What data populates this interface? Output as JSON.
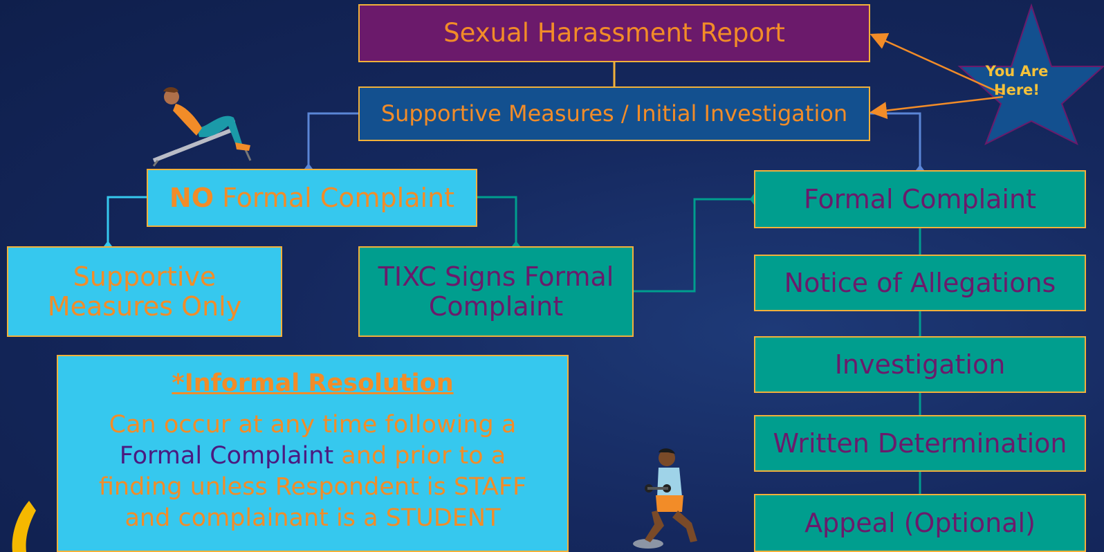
{
  "title": "Sexual Harassment Report",
  "supportive_initial": "Supportive Measures / Initial Investigation",
  "no_formal": {
    "bold": "NO",
    "rest": " Formal Complaint"
  },
  "supportive_only": {
    "line1": "Supportive",
    "line2": "Measures Only"
  },
  "tixc": {
    "line1": "TIXC Signs Formal",
    "line2": "Complaint"
  },
  "formal_steps": [
    "Formal Complaint",
    "Notice of Allegations",
    "Investigation",
    "Written Determination",
    "Appeal (Optional)"
  ],
  "informal": {
    "heading": "*Informal Resolution",
    "line1": "Can occur at any time following a",
    "fc": "Formal Complaint",
    "line2_rest": " and prior to a",
    "line3": "finding unless Respondent is STAFF",
    "line4": "and complainant is a STUDENT"
  },
  "star": {
    "line1": "You Are",
    "line2": "Here!"
  },
  "colors": {
    "orange": "#f28c28",
    "purple": "#6b1a6b",
    "blue": "#13508f",
    "cyan": "#36c8ee",
    "teal": "#009e8e",
    "gold": "#f2b13a",
    "star": "#13508f"
  },
  "icons": [
    "situp-woman-icon",
    "squat-man-icon",
    "yellow-arc-icon"
  ]
}
